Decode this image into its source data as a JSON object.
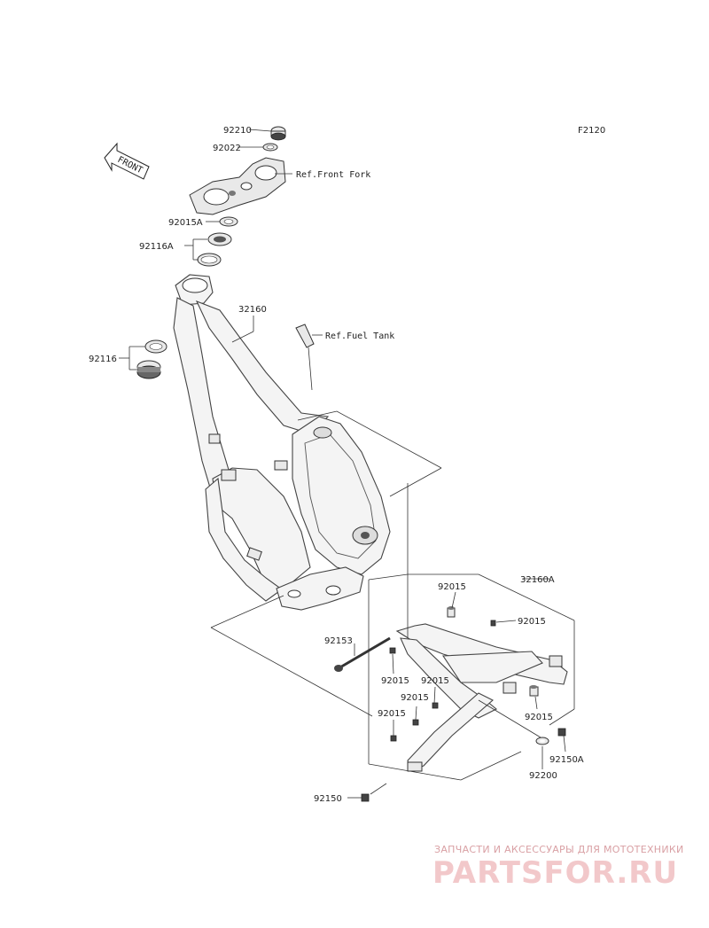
{
  "diagram_code": "F2120",
  "front_label": "FRONT",
  "refs": {
    "front_fork": "Ref.Front Fork",
    "fuel_tank": "Ref.Fuel Tank"
  },
  "parts": {
    "p92210": "92210",
    "p92022": "92022",
    "p92015A": "92015A",
    "p92116A": "92116A",
    "p32160": "32160",
    "p92116": "92116",
    "p32160A": "32160A",
    "p92015_top": "92015",
    "p92015_right_top": "92015",
    "p92153": "92153",
    "p92015_left": "92015",
    "p92015_mid1": "92015",
    "p92015_mid2": "92015",
    "p92015_low": "92015",
    "p92015_right_low": "92015",
    "p92150A": "92150A",
    "p92200": "92200",
    "p92150": "92150"
  },
  "watermark": {
    "tagline": "ЗАПЧАСТИ И АКСЕССУАРЫ ДЛЯ МОТОТЕХНИКИ",
    "brand": "PARTSFOR.RU"
  }
}
